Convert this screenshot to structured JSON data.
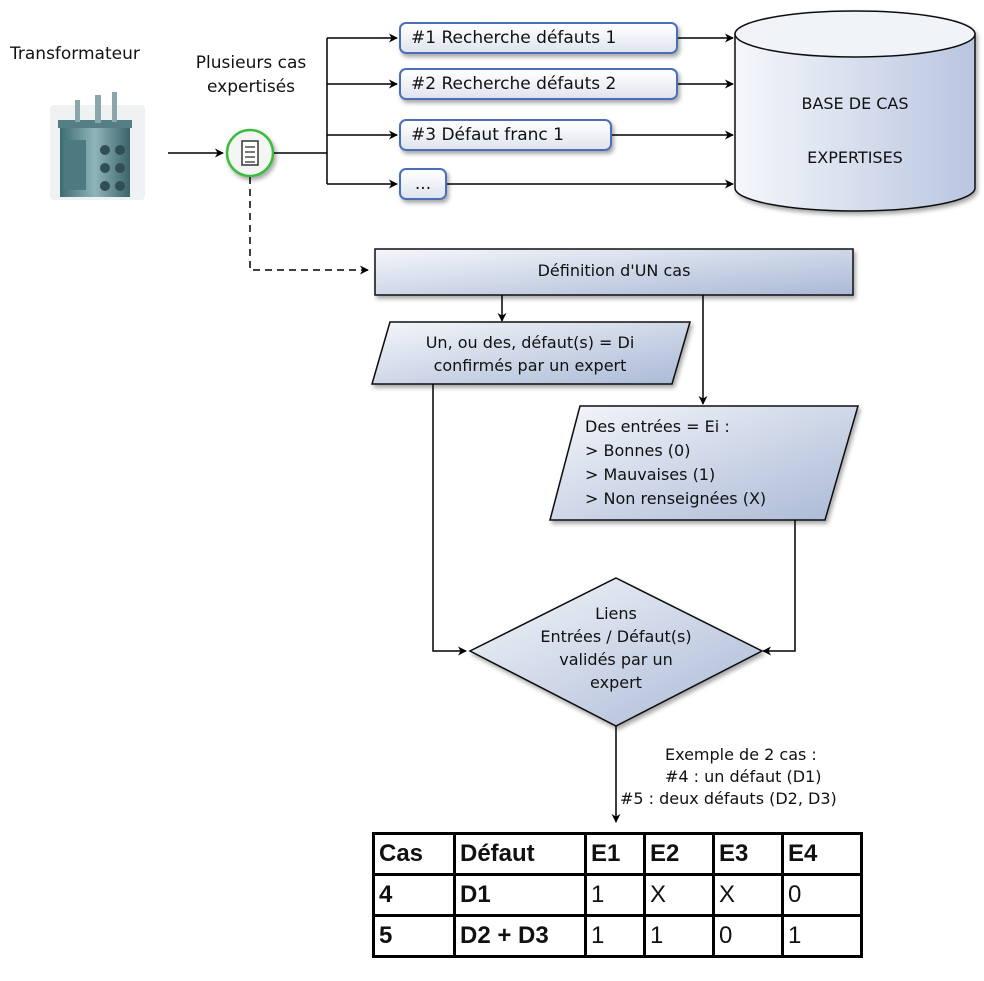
{
  "labels": {
    "transformer": "Transformateur",
    "several_cases": "Plusieurs cas",
    "expertised": "expertisés"
  },
  "case_tags": [
    "#1 Recherche défauts 1",
    "#2 Recherche défauts 2",
    "#3 Défaut franc 1",
    "..."
  ],
  "database": {
    "line1": "BASE DE CAS",
    "line2": "EXPERTISES"
  },
  "definition": "Définition d'UN cas",
  "faults_box": {
    "line1": "Un, ou des, défaut(s) = Di",
    "line2": "confirmés par un expert"
  },
  "inputs_box": {
    "line1": "Des entrées = Ei :",
    "line2": "> Bonnes (0)",
    "line3": "> Mauvaises (1)",
    "line4": "> Non renseignées (X)"
  },
  "decision": {
    "line1": "Liens",
    "line2": "Entrées / Défaut(s)",
    "line3": "validés par un",
    "line4": "expert"
  },
  "example": {
    "line1": "Exemple de 2 cas :",
    "line2": "#4 : un défaut (D1)",
    "line3": "#5 : deux défauts (D2, D3)"
  },
  "table": {
    "headers": [
      "Cas",
      "Défaut",
      "E1",
      "E2",
      "E3",
      "E4"
    ],
    "rows": [
      [
        "4",
        "D1",
        "1",
        "X",
        "X",
        "0"
      ],
      [
        "5",
        "D2 + D3",
        "1",
        "1",
        "0",
        "1"
      ]
    ]
  },
  "colors": {
    "tag_border": "#4a6fb8",
    "box_gradient_light": "#f4f6fa",
    "box_gradient_dark": "#aab9d6",
    "circle_border": "#3dbb3d",
    "transformer_teal": "#5a8a90"
  },
  "icons": [
    "transformer-icon",
    "document-icon"
  ]
}
